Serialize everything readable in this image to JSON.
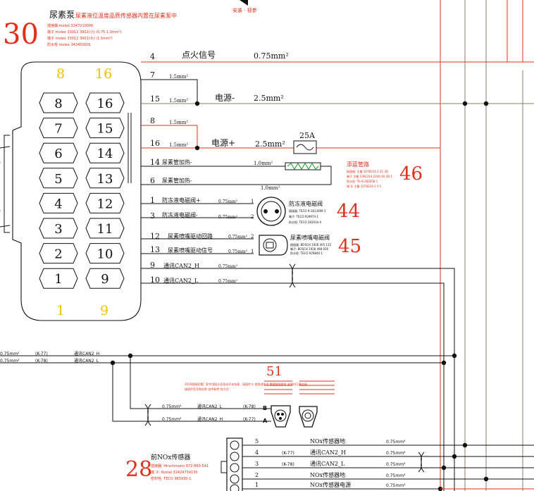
{
  "colors": {
    "ink": "#111111",
    "wire": "#8a7d6a",
    "red": "#e0311c",
    "pin_yellow": "#f2c200",
    "tiny": "#555555"
  },
  "top": {
    "label": "安装 · 视参"
  },
  "c30": {
    "number": "30",
    "title": "尿素泵",
    "subtitle": "尿素液位温度品质传感器内置在尿素泵中",
    "specs": [
      "插接器:molex 3347210006",
      "端子 molex 33012 3002(小) (0.75-1.0mm²)",
      "端子 molex 33012 3001(大) (1.5mm²)",
      "防水栓 molex 343450001"
    ],
    "yellow_top_left": "8",
    "yellow_top_right": "16",
    "yellow_bottom_left": "1",
    "yellow_bottom_right": "9",
    "left_pins": [
      "8",
      "7",
      "6",
      "5",
      "4",
      "3",
      "2",
      "1"
    ],
    "right_pins": [
      "16",
      "15",
      "14",
      "13",
      "12",
      "11",
      "10",
      "9"
    ]
  },
  "wires": [
    {
      "pin": "4",
      "name": "点火信号",
      "gauge": "0.75mm²"
    },
    {
      "pin": "7",
      "name": "",
      "gauge": "1.5mm²"
    },
    {
      "pin": "15",
      "name": "电源-",
      "gauge": "1.5mm²",
      "gauge2": "2.5mm²"
    },
    {
      "pin": "8",
      "name": "",
      "gauge": "1.5mm²"
    },
    {
      "pin": "16",
      "name": "电源+",
      "gauge": "1.5mm²",
      "gauge2": "2.5mm²"
    },
    {
      "pin": "14",
      "name": "尿素管加热-",
      "gauge": "1.0mm²"
    },
    {
      "pin": "6",
      "name": "尿素管加热-",
      "gauge": "1.0mm²"
    },
    {
      "pin": "1",
      "name": "防冻液电磁阀+",
      "gauge": "0.75mm²"
    },
    {
      "pin": "3",
      "name": "防冻液电磁阀-",
      "gauge": "0.75mm²"
    },
    {
      "pin": "12",
      "name": "尿素喷嘴驱动回路",
      "gauge": "0.75mm²"
    },
    {
      "pin": "13",
      "name": "尿素喷嘴驱动信号",
      "gauge": "0.75mm²"
    },
    {
      "pin": "9",
      "name": "通讯CAN2_H",
      "gauge": "0.75mm²"
    },
    {
      "pin": "10",
      "name": "通讯CAN2_L",
      "gauge": "0.75mm²"
    }
  ],
  "fuse": {
    "label": "25A"
  },
  "c46": {
    "number": "46",
    "title": "添蓝管路",
    "specs": [
      "插接器: 主瓣 1078214-2 2C 2B",
      "端子 主瓣 1062214-2240 4A 2B 1",
      "防水栓: TE-9-283958-1",
      "堵 头 主瓣 1078224-2 4 5"
    ]
  },
  "c44": {
    "number": "44",
    "title": "防冻液电磁阀",
    "specs": [
      "插接器: TECO 9-1813099-1",
      "端子: TECO 929974-1",
      "防水栓: TECO 281934-4"
    ],
    "pin_a": "2",
    "pin_b": "1"
  },
  "c45": {
    "number": "45",
    "title": "尿素喷嘴电磁阀",
    "specs": [
      "插接器: BOSCH 1928 405 122",
      "端子: BOSCH 1928 498 926",
      "防水栓: TECO 929840-1"
    ],
    "pin_a": "2",
    "pin_b": "1"
  },
  "left_bus": {
    "rows": [
      {
        "gauge": "0.75mm²",
        "code": "(K-77)",
        "name": "通讯CAN2_H"
      },
      {
        "gauge": "0.75mm²",
        "code": "(K-78)",
        "name": "通讯CAN2_L"
      }
    ]
  },
  "c51": {
    "number": "51",
    "note": [
      "2019改接尿素厂家专用插头及用本开关电源，接插件与 使用说明书 需要按照要求 安装时正确连接",
      "接插件型号和名称 仅供参考 的方式"
    ],
    "rows": [
      {
        "gauge": "0.75mm²",
        "name": "通讯CAN2_L",
        "code": "(K-78)",
        "pin": "B"
      },
      {
        "gauge": "0.75mm²",
        "name": "通讯CAN2_H",
        "code": "(K-77)",
        "pin": "A"
      }
    ]
  },
  "c28": {
    "number": "28",
    "title": "前NOx传感器",
    "specs": [
      "插接器: Hirschmann 872-860-541",
      "端 子: Kostal 32424734130",
      "密封栓: TECO 965930-1"
    ],
    "rows": [
      {
        "pin": "5",
        "code": "",
        "name": "NOx传感器地",
        "gauge": "0.75mm²"
      },
      {
        "pin": "4",
        "code": "(K-77)",
        "name": "通讯CAN2_H",
        "gauge": "0.75mm²"
      },
      {
        "pin": "3",
        "code": "(K-78)",
        "name": "通讯CAN2_L",
        "gauge": "0.75mm²"
      },
      {
        "pin": "2",
        "code": "",
        "name": "NOx传感器地",
        "gauge": "0.75mm²"
      },
      {
        "pin": "1",
        "code": "",
        "name": "NOx传感器电源",
        "gauge": "0.75mm²"
      }
    ]
  }
}
